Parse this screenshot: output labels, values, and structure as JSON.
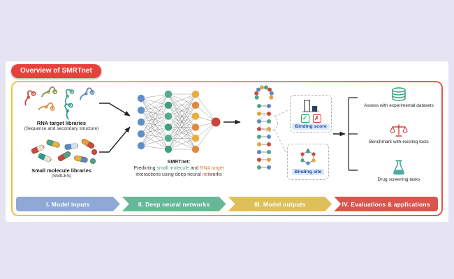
{
  "header": {
    "badge": "Overview of SMRTnet",
    "badge_color": "#e8403c"
  },
  "inputs": {
    "rna_title": "RNA target libraries",
    "rna_subtitle": "(Sequence and secondary structure)",
    "mol_title": "Small molecule libraries",
    "mol_subtitle": "(SMILES)"
  },
  "network": {
    "title": "SMRTnet:",
    "caption_segments": [
      {
        "text": "Predicting ",
        "color": "#3a3a3a"
      },
      {
        "text": "small molecule",
        "color": "#3f9e7c"
      },
      {
        "text": " and ",
        "color": "#3a3a3a"
      },
      {
        "text": "RNA target",
        "color": "#d97b32"
      },
      {
        "text": " interactions using deep neural ",
        "color": "#3a3a3a"
      },
      {
        "text": "net",
        "color": "#cf4a42"
      },
      {
        "text": "works",
        "color": "#3a3a3a"
      }
    ],
    "layer_colors": [
      "#5e8fc9",
      "#52ab8a",
      "#e8ad3d",
      "#c9463e"
    ]
  },
  "outputs": {
    "score_label": "Binding score",
    "site_label": "Binding site",
    "check_glyph": "✓",
    "cross_glyph": "✗"
  },
  "applications": {
    "items": [
      {
        "label": "Assess with experimental datasets",
        "icon": "database-icon",
        "color": "#2f9e77"
      },
      {
        "label": "Benchmark with existing tools",
        "icon": "balance-scale-icon",
        "color": "#cf4a42"
      },
      {
        "label": "Drug screening tasks",
        "icon": "flask-icon",
        "color": "#2a9d8f"
      }
    ]
  },
  "banners": [
    {
      "label": "I. Model inputs",
      "color": "#8fa9d6"
    },
    {
      "label": "II. Deep neural networks",
      "color": "#66b898"
    },
    {
      "label": "III. Model outputs",
      "color": "#ddc05a"
    },
    {
      "label": "IV. Evaluations & applications",
      "color": "#d9564e"
    }
  ],
  "palette": {
    "background": "#e6e3f2",
    "panel": "#ffffff",
    "frame_border_start": "#f2c53d",
    "frame_border_end": "#e2544a",
    "rna_icon_colors": [
      "#c94b3f",
      "#8a8f3a",
      "#4fa583",
      "#5b87c0",
      "#df8a3a",
      "#2a9d8f"
    ]
  }
}
